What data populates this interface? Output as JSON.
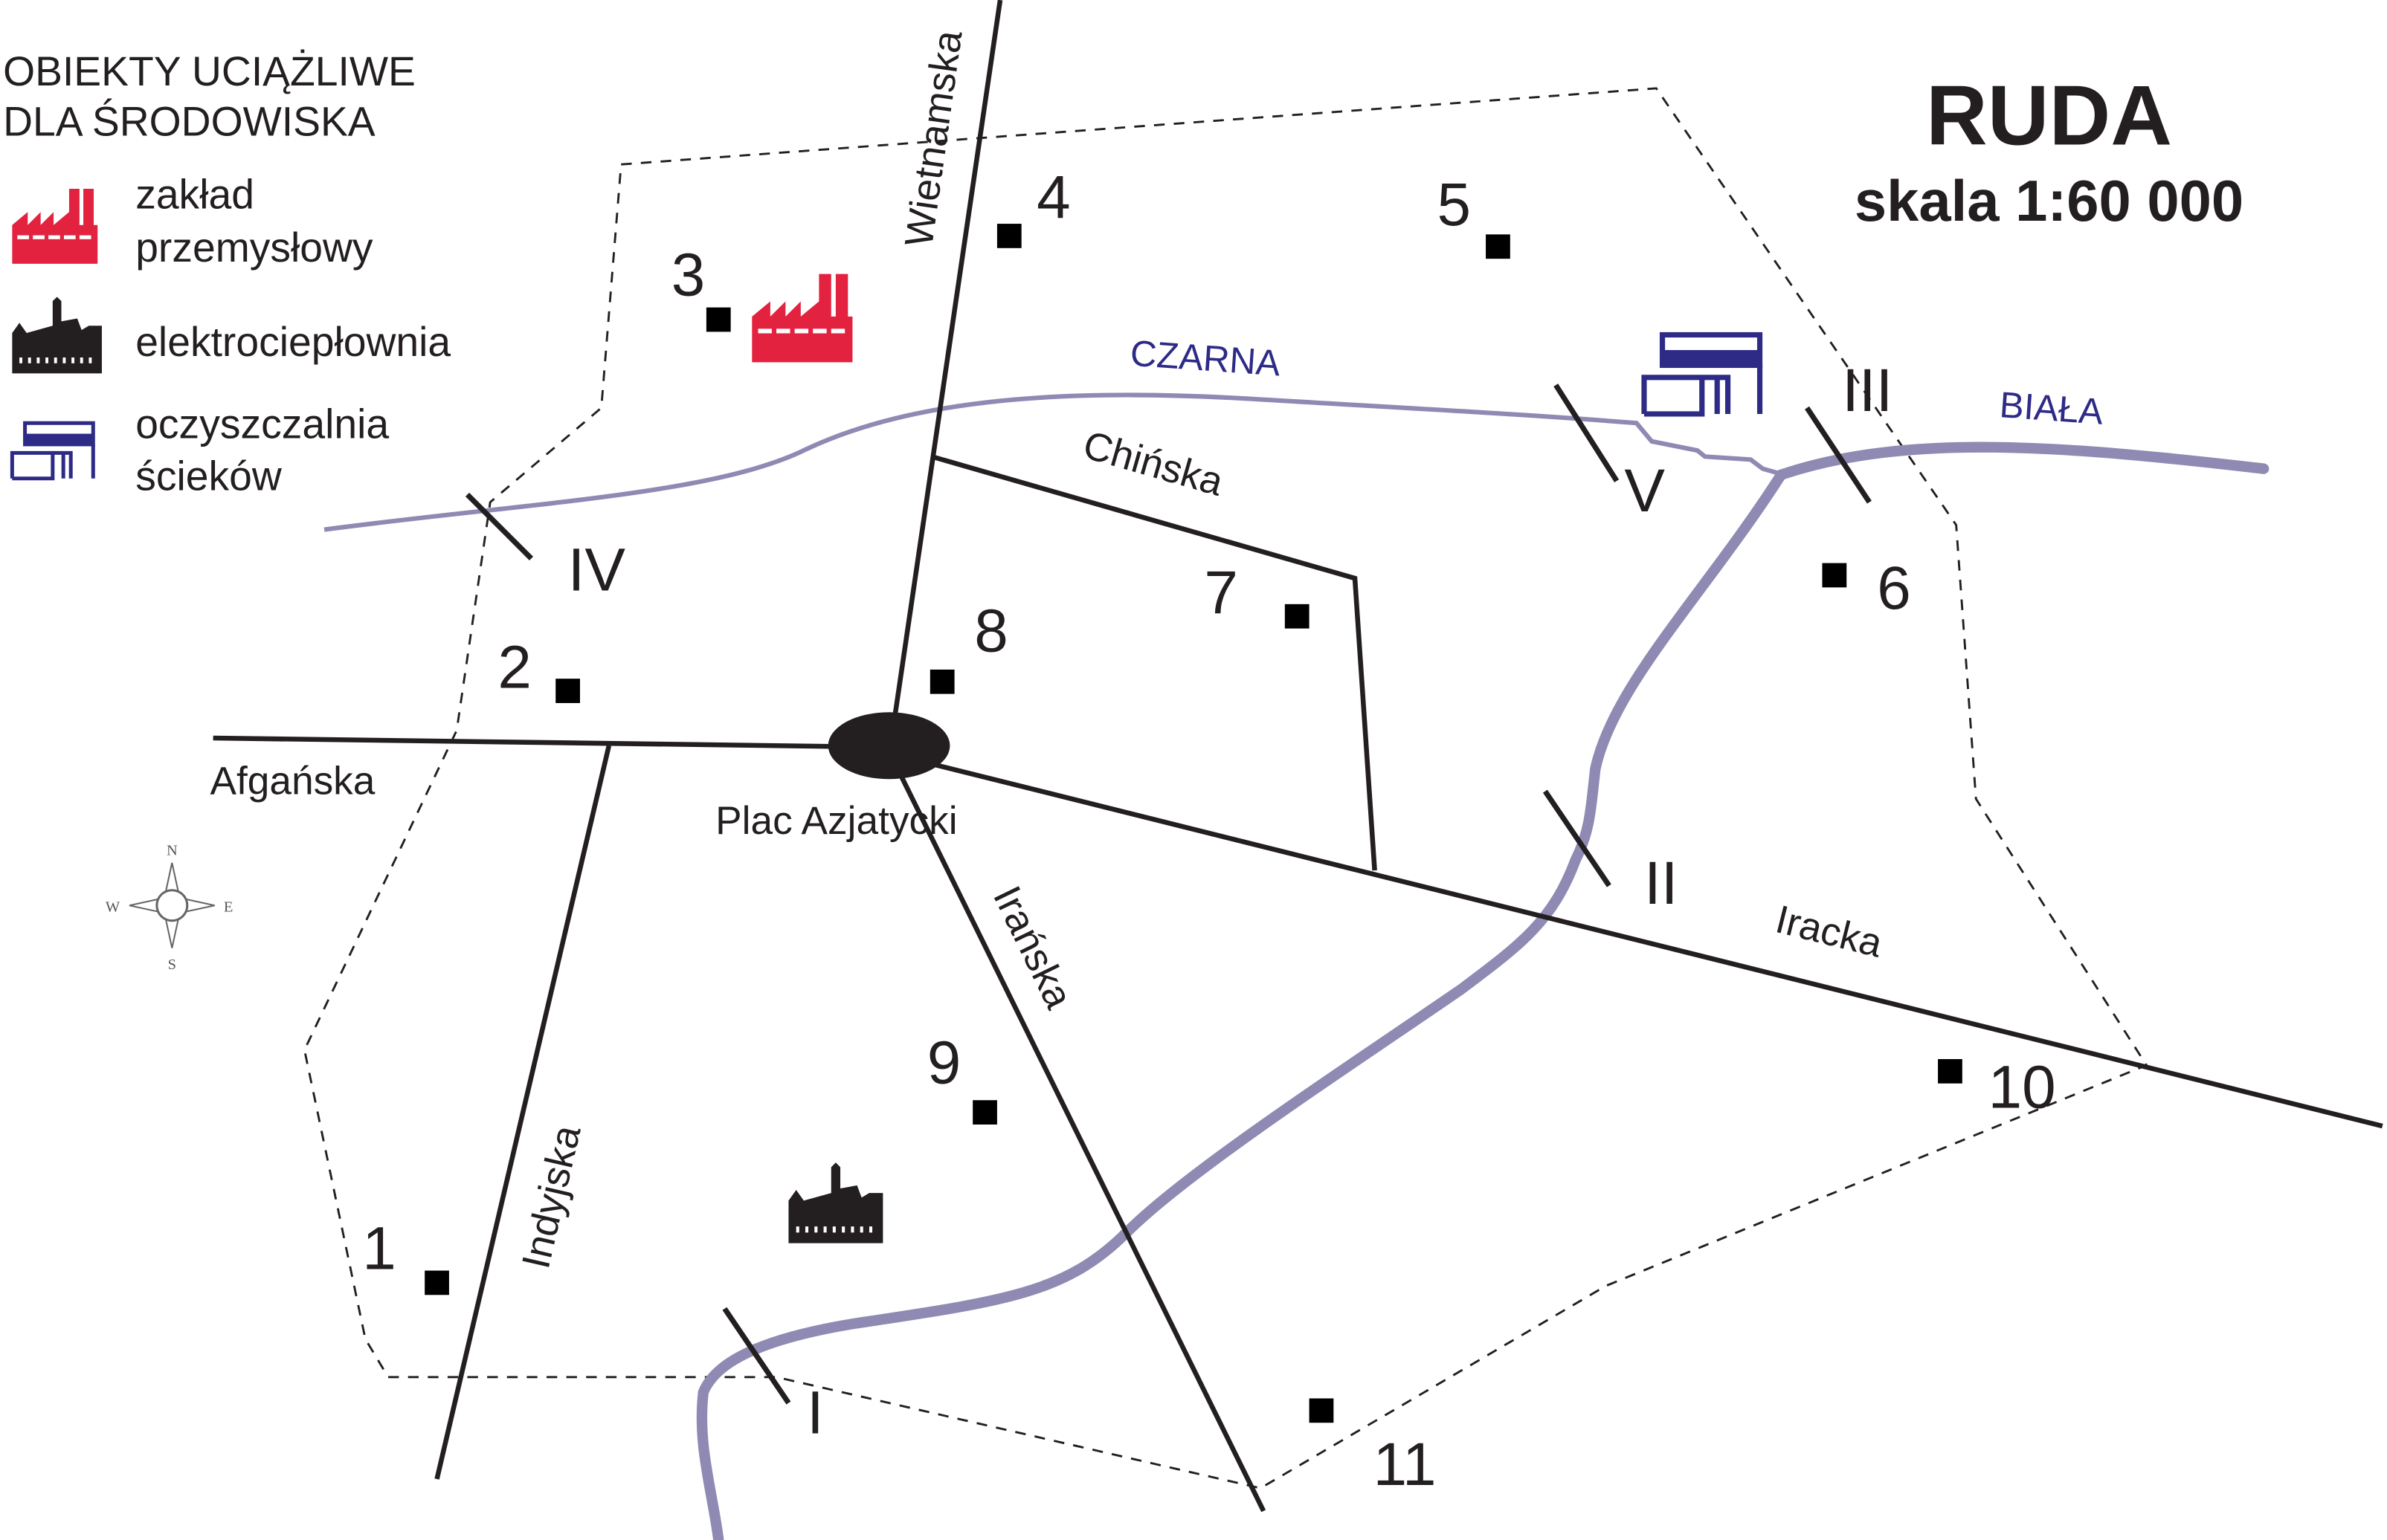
{
  "title": "RUDA",
  "scale": "skala 1:60 000",
  "legend": {
    "heading_line1": "OBIEKTY UCIĄŻLIWE",
    "heading_line2": "DLA ŚRODOWISKA",
    "items": [
      {
        "icon": "factory-icon",
        "line1": "zakład",
        "line2": "przemysłowy",
        "color": "#e2223f"
      },
      {
        "icon": "power-plant-icon",
        "line1": "elektrociepłownia",
        "color": "#231f20"
      },
      {
        "icon": "treatment-plant-icon",
        "line1": "oczyszczalnia",
        "line2": "ścieków",
        "color": "#2e2b86"
      }
    ]
  },
  "streets": {
    "wietnamska": "Wietnamska",
    "chinska": "Chińska",
    "afganska": "Afgańska",
    "iranska": "Irańska",
    "indyjska": "Indyjska",
    "iracka": "Iracka"
  },
  "square": "Plac Azjatycki",
  "rivers": {
    "czarna": "CZARNA",
    "biala": "BIAŁA"
  },
  "sections": [
    "I",
    "II",
    "III",
    "IV",
    "V"
  ],
  "points": [
    "1",
    "2",
    "3",
    "4",
    "5",
    "6",
    "7",
    "8",
    "9",
    "10",
    "11"
  ],
  "compass": {
    "n": "N",
    "s": "S",
    "e": "E",
    "w": "W"
  },
  "colors": {
    "river": "#8e8ab3",
    "river_label": "#2e2b86",
    "factory": "#e2223f",
    "treatment": "#2e2b86"
  }
}
